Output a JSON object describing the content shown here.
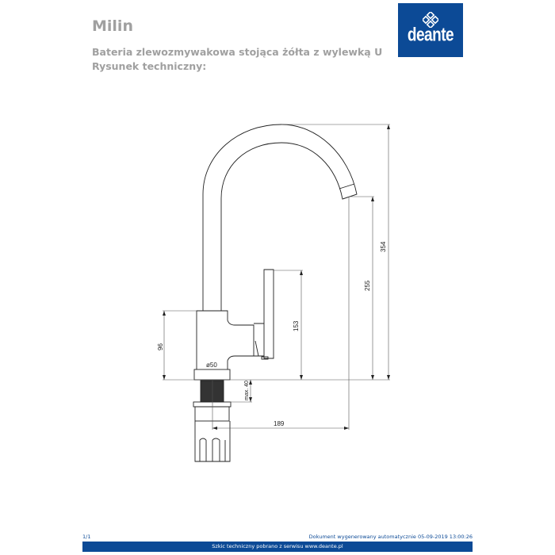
{
  "header": {
    "product_name": "Milin",
    "description": "Bateria zlewozmywakowa stojąca żółta z wylewką U",
    "section_label": "Rysunek techniczny:",
    "logo_text": "deante",
    "brand_color": "#0c4a96"
  },
  "drawing": {
    "dimensions": {
      "total_height": "354",
      "spout_height": "255",
      "handle_height": "153",
      "body_height": "96",
      "base_diameter": "ø50",
      "max_mount_thickness": "max. 40",
      "spout_reach": "189"
    }
  },
  "footer": {
    "page": "1/1",
    "generated": "Dokument wygenerowany automatycznie 05-09-2019 13:00:26",
    "source": "Szkic techniczny pobrano z serwisu www.deante.pl"
  }
}
